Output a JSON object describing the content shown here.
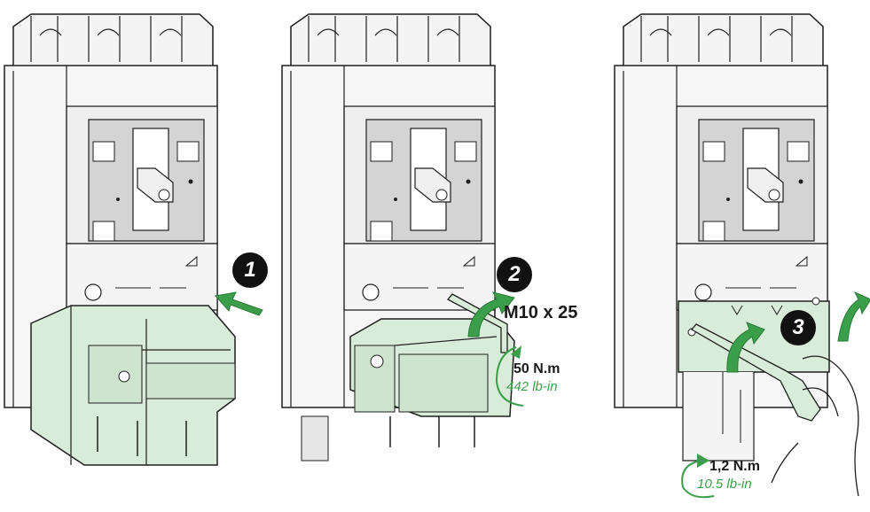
{
  "steps": [
    {
      "number": "1"
    },
    {
      "number": "2",
      "bolt_spec": "M10 x 25",
      "torque_nm": "50 N.m",
      "torque_lbin": "442 lb-in"
    },
    {
      "number": "3",
      "torque_nm": "1,2 N.m",
      "torque_lbin": "10.5 lb-in"
    }
  ],
  "colors": {
    "housing_fill": "#f2f2f2",
    "outline": "#1e1e1e",
    "face_gray": "#d4d4d4",
    "terminal_green": "#d9ecd9",
    "arrow_green": "#3a9e4a",
    "badge_black": "#111111"
  },
  "icons": [
    "breaker-unit",
    "terminal-shield",
    "hex-key",
    "screwdriver",
    "hand",
    "rotation-arrow"
  ]
}
